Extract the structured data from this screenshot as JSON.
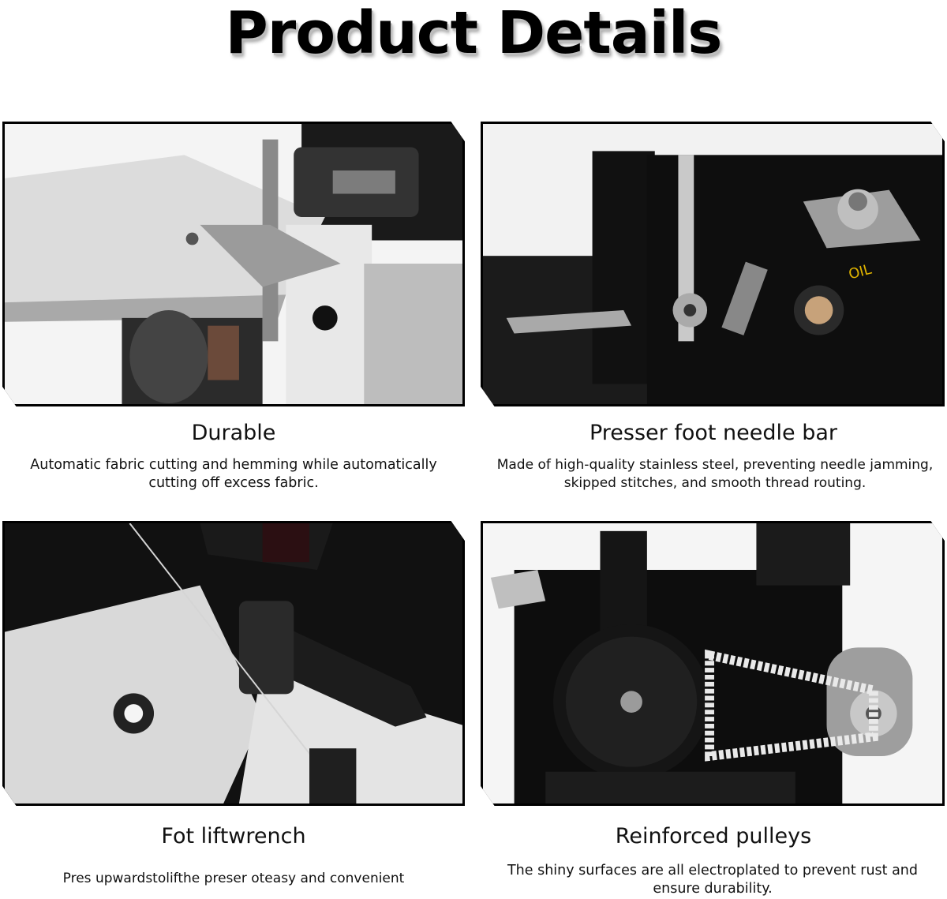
{
  "page": {
    "title": "Product Details"
  },
  "features": [
    {
      "title": "Durable",
      "description": "Automatic fabric cutting and hemming while automatically cutting off excess fabric."
    },
    {
      "title": "Presser foot needle bar",
      "description": "Made of high-quality stainless steel, preventing needle jamming, skipped stitches, and smooth thread routing."
    },
    {
      "title": "Fot liftwrench",
      "description": "Pres upwardstolifthe preser oteasy and convenient"
    },
    {
      "title": "Reinforced pulleys",
      "description": "The shiny surfaces are all electroplated to prevent rust and ensure durability."
    }
  ],
  "colors": {
    "text": "#111111",
    "frame": "#000000",
    "background": "#ffffff"
  }
}
